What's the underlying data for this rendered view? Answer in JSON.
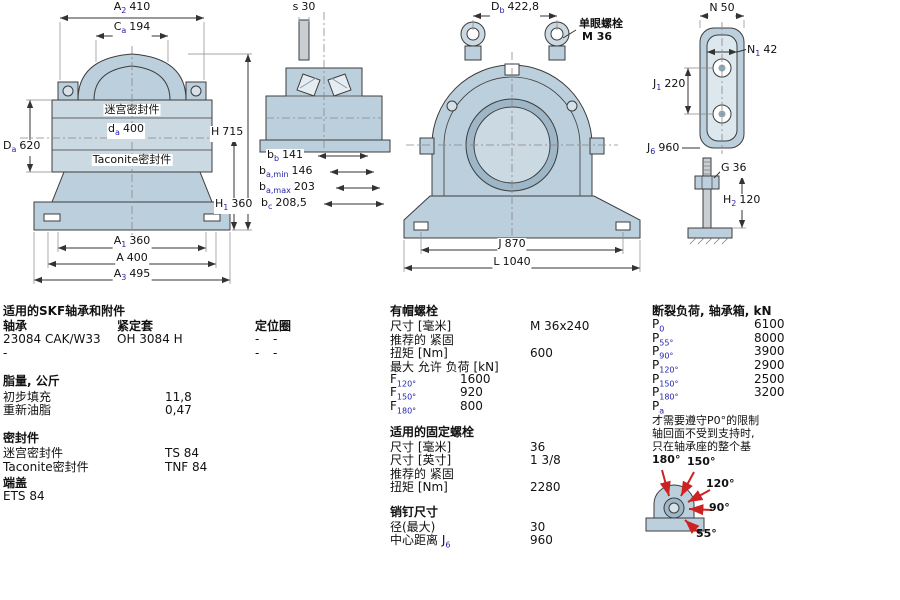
{
  "drawings": {
    "front": {
      "labyrinth_seal": "迷宫密封件",
      "taconite_seal": "Taconite密封件",
      "dims": {
        "A2": {
          "label": "A",
          "sub": "2",
          "value": "410"
        },
        "Ca": {
          "label": "C",
          "sub": "a",
          "value": "194"
        },
        "Da": {
          "label": "D",
          "sub": "a",
          "value": "620"
        },
        "da": {
          "label": "d",
          "sub": "a",
          "value": "400"
        },
        "H": {
          "label": "H",
          "sub": "",
          "value": "715"
        },
        "H1": {
          "label": "H",
          "sub": "1",
          "value": "360"
        },
        "A1": {
          "label": "A",
          "sub": "1",
          "value": "360"
        },
        "A": {
          "label": "A",
          "sub": "",
          "value": "400"
        },
        "A3": {
          "label": "A",
          "sub": "3",
          "value": "495"
        }
      }
    },
    "section": {
      "dims": {
        "s": {
          "label": "s",
          "sub": "",
          "value": "30"
        },
        "bb": {
          "label": "b",
          "sub": "b",
          "value": "141"
        },
        "bamin": {
          "label": "b",
          "sub": "a,min",
          "value": "146"
        },
        "bamax": {
          "label": "b",
          "sub": "a,max",
          "value": "203"
        },
        "bc": {
          "label": "b",
          "sub": "c",
          "value": "208,5"
        }
      }
    },
    "main": {
      "eye_bolt_1": "单眼螺栓",
      "eye_bolt_2": "M 36",
      "dims": {
        "Db": {
          "label": "D",
          "sub": "b",
          "value": "422,8"
        },
        "J": {
          "label": "J",
          "sub": "",
          "value": "870"
        },
        "L": {
          "label": "L",
          "sub": "",
          "value": "1040"
        }
      }
    },
    "side": {
      "dims": {
        "N": {
          "label": "N",
          "sub": "",
          "value": "50"
        },
        "N1": {
          "label": "N",
          "sub": "1",
          "value": "42"
        },
        "J1": {
          "label": "J",
          "sub": "1",
          "value": "220"
        },
        "J6": {
          "label": "J",
          "sub": "6",
          "value": "960"
        },
        "G": {
          "label": "G",
          "sub": "",
          "value": "36"
        },
        "H2": {
          "label": "H",
          "sub": "2",
          "value": "120"
        }
      }
    }
  },
  "tables": {
    "bearings": {
      "title": "适用的SKF轴承和附件",
      "headers": [
        "轴承",
        "紧定套",
        "定位圈"
      ],
      "rows": [
        [
          "23084 CAK/W33",
          "OH 3084 H",
          "-",
          "-"
        ],
        [
          "-",
          "",
          "-",
          "-"
        ]
      ]
    },
    "grease": {
      "title": "脂量, 公斤",
      "rows": [
        {
          "label": "初步填充",
          "value": "11,8"
        },
        {
          "label": "重新油脂",
          "value": "0,47"
        }
      ]
    },
    "seals": {
      "title": "密封件",
      "rows": [
        {
          "label": "迷宫密封件",
          "value": "TS 84"
        },
        {
          "label": "Taconite密封件",
          "value": "TNF 84"
        }
      ]
    },
    "end_cover": {
      "title": "端盖",
      "value": "ETS 84"
    },
    "cap_bolts": {
      "title": "有帽螺栓",
      "rows": [
        {
          "label": "尺寸 [毫米]",
          "value": "M 36x240"
        },
        {
          "label": "推荐的 紧固",
          "value": ""
        },
        {
          "label": "扭矩 [Nm]",
          "value": "600"
        },
        {
          "label": "最大 允许 负荷 [kN]",
          "value": ""
        },
        {
          "label": "F",
          "sub": "120°",
          "value": "1600"
        },
        {
          "label": "F",
          "sub": "150°",
          "value": "920"
        },
        {
          "label": "F",
          "sub": "180°",
          "value": "800"
        }
      ]
    },
    "fixing_bolts": {
      "title": "适用的固定螺栓",
      "rows": [
        {
          "label": "尺寸 [毫米]",
          "value": "36"
        },
        {
          "label": "尺寸 [英寸]",
          "value": "1 3/8"
        },
        {
          "label": "推荐的 紧固",
          "value": ""
        },
        {
          "label": "扭矩 [Nm]",
          "value": "2280"
        }
      ]
    },
    "pins": {
      "title": "销钉尺寸",
      "rows": [
        {
          "label": "径(最大)",
          "value": "30"
        },
        {
          "label": "中心距离 J",
          "sub": "6",
          "value": "960"
        }
      ]
    },
    "breaking_loads": {
      "title": "断裂负荷, 轴承箱, kN",
      "rows": [
        {
          "label": "P",
          "sub": "0",
          "value": "6100"
        },
        {
          "label": "P",
          "sub": "55°",
          "value": "8000"
        },
        {
          "label": "P",
          "sub": "90°",
          "value": "3900"
        },
        {
          "label": "P",
          "sub": "120°",
          "value": "2900"
        },
        {
          "label": "P",
          "sub": "150°",
          "value": "2500"
        },
        {
          "label": "P",
          "sub": "180°",
          "value": "3200"
        },
        {
          "label": "P",
          "sub": "a",
          "value": ""
        }
      ],
      "note": [
        "才需要遵守P0°的限制",
        "轴回面不受到支持时,",
        "只在轴承座的整个基"
      ]
    },
    "angles": {
      "labels": [
        "180°",
        "150°",
        "120°",
        "90°",
        "55°"
      ]
    }
  }
}
